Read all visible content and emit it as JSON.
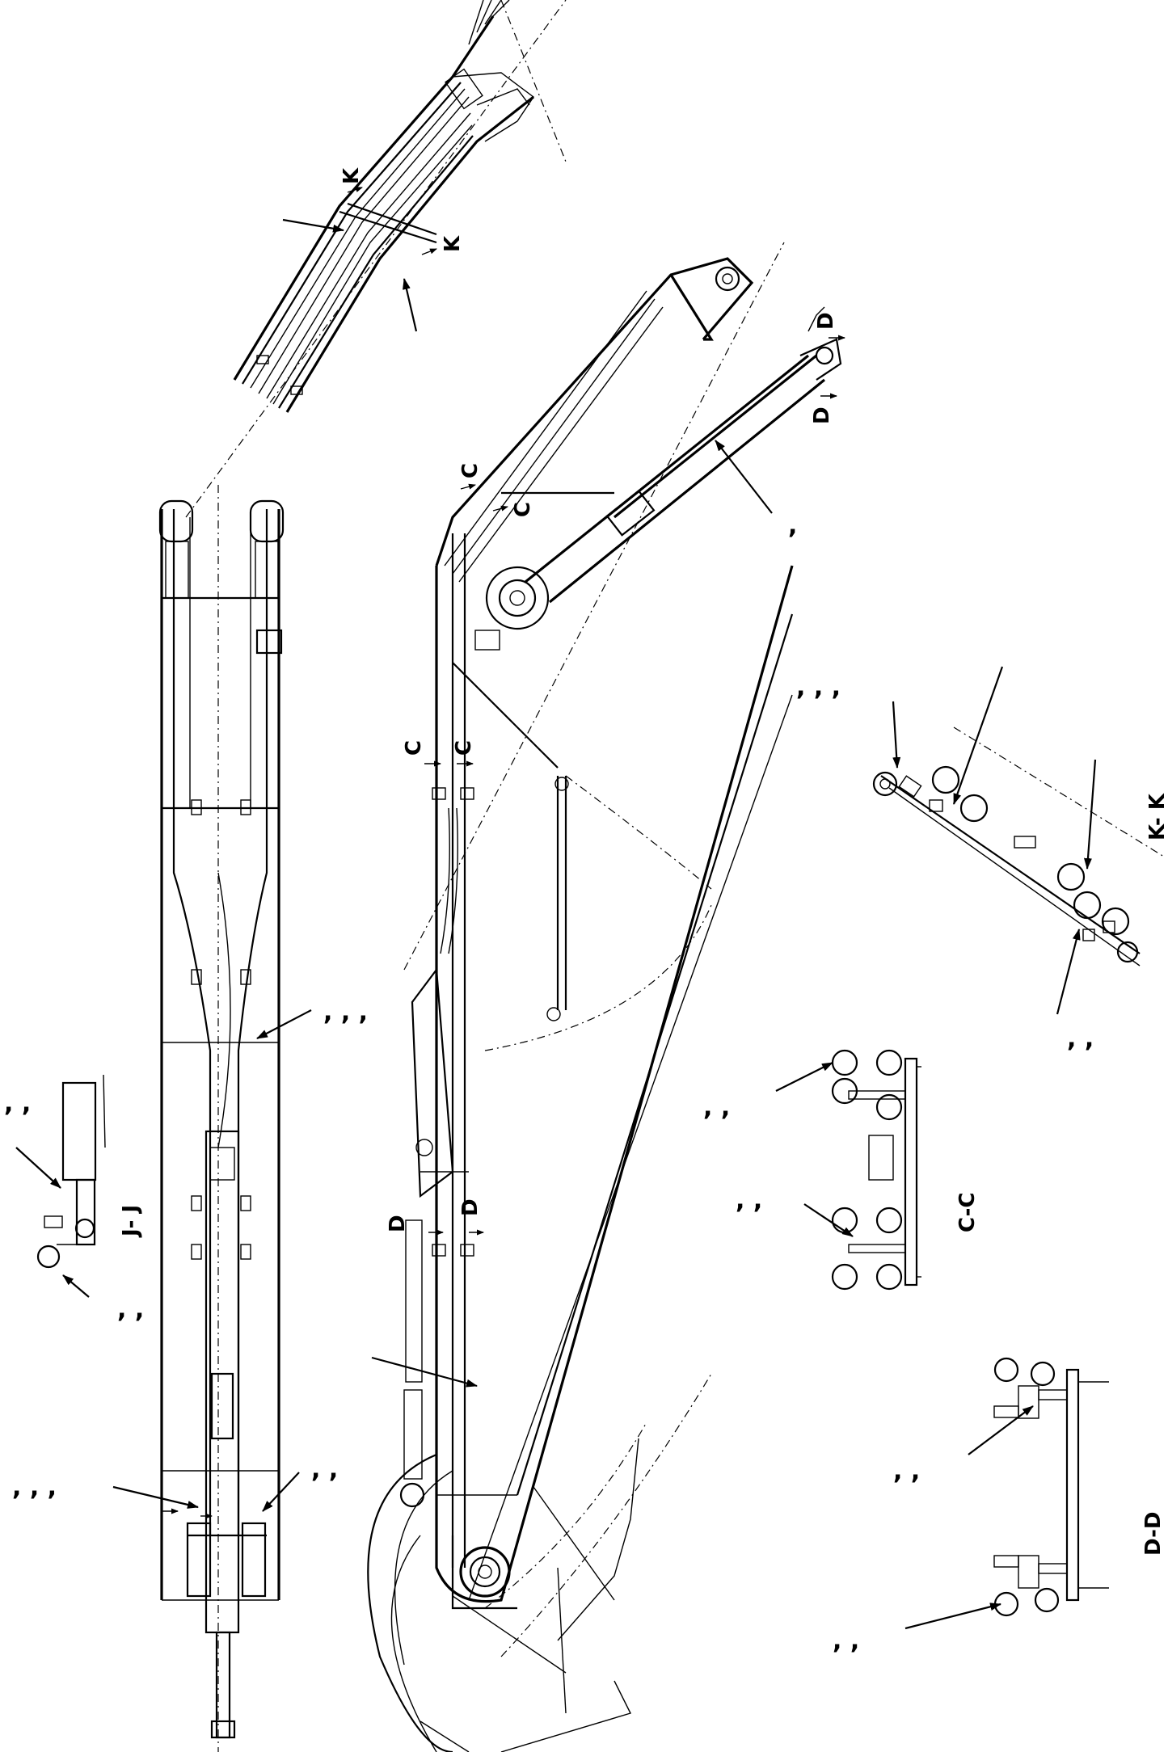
{
  "section_labels": {
    "kk": "K- K",
    "cc": "C-C",
    "dd": "D-D",
    "jj": "J- J"
  },
  "cut_markers": {
    "k": "K",
    "c": "C",
    "d": "D"
  },
  "leader_ref_marks": {
    "single": ",",
    "double": ", ,",
    "triple": ", , ,"
  }
}
